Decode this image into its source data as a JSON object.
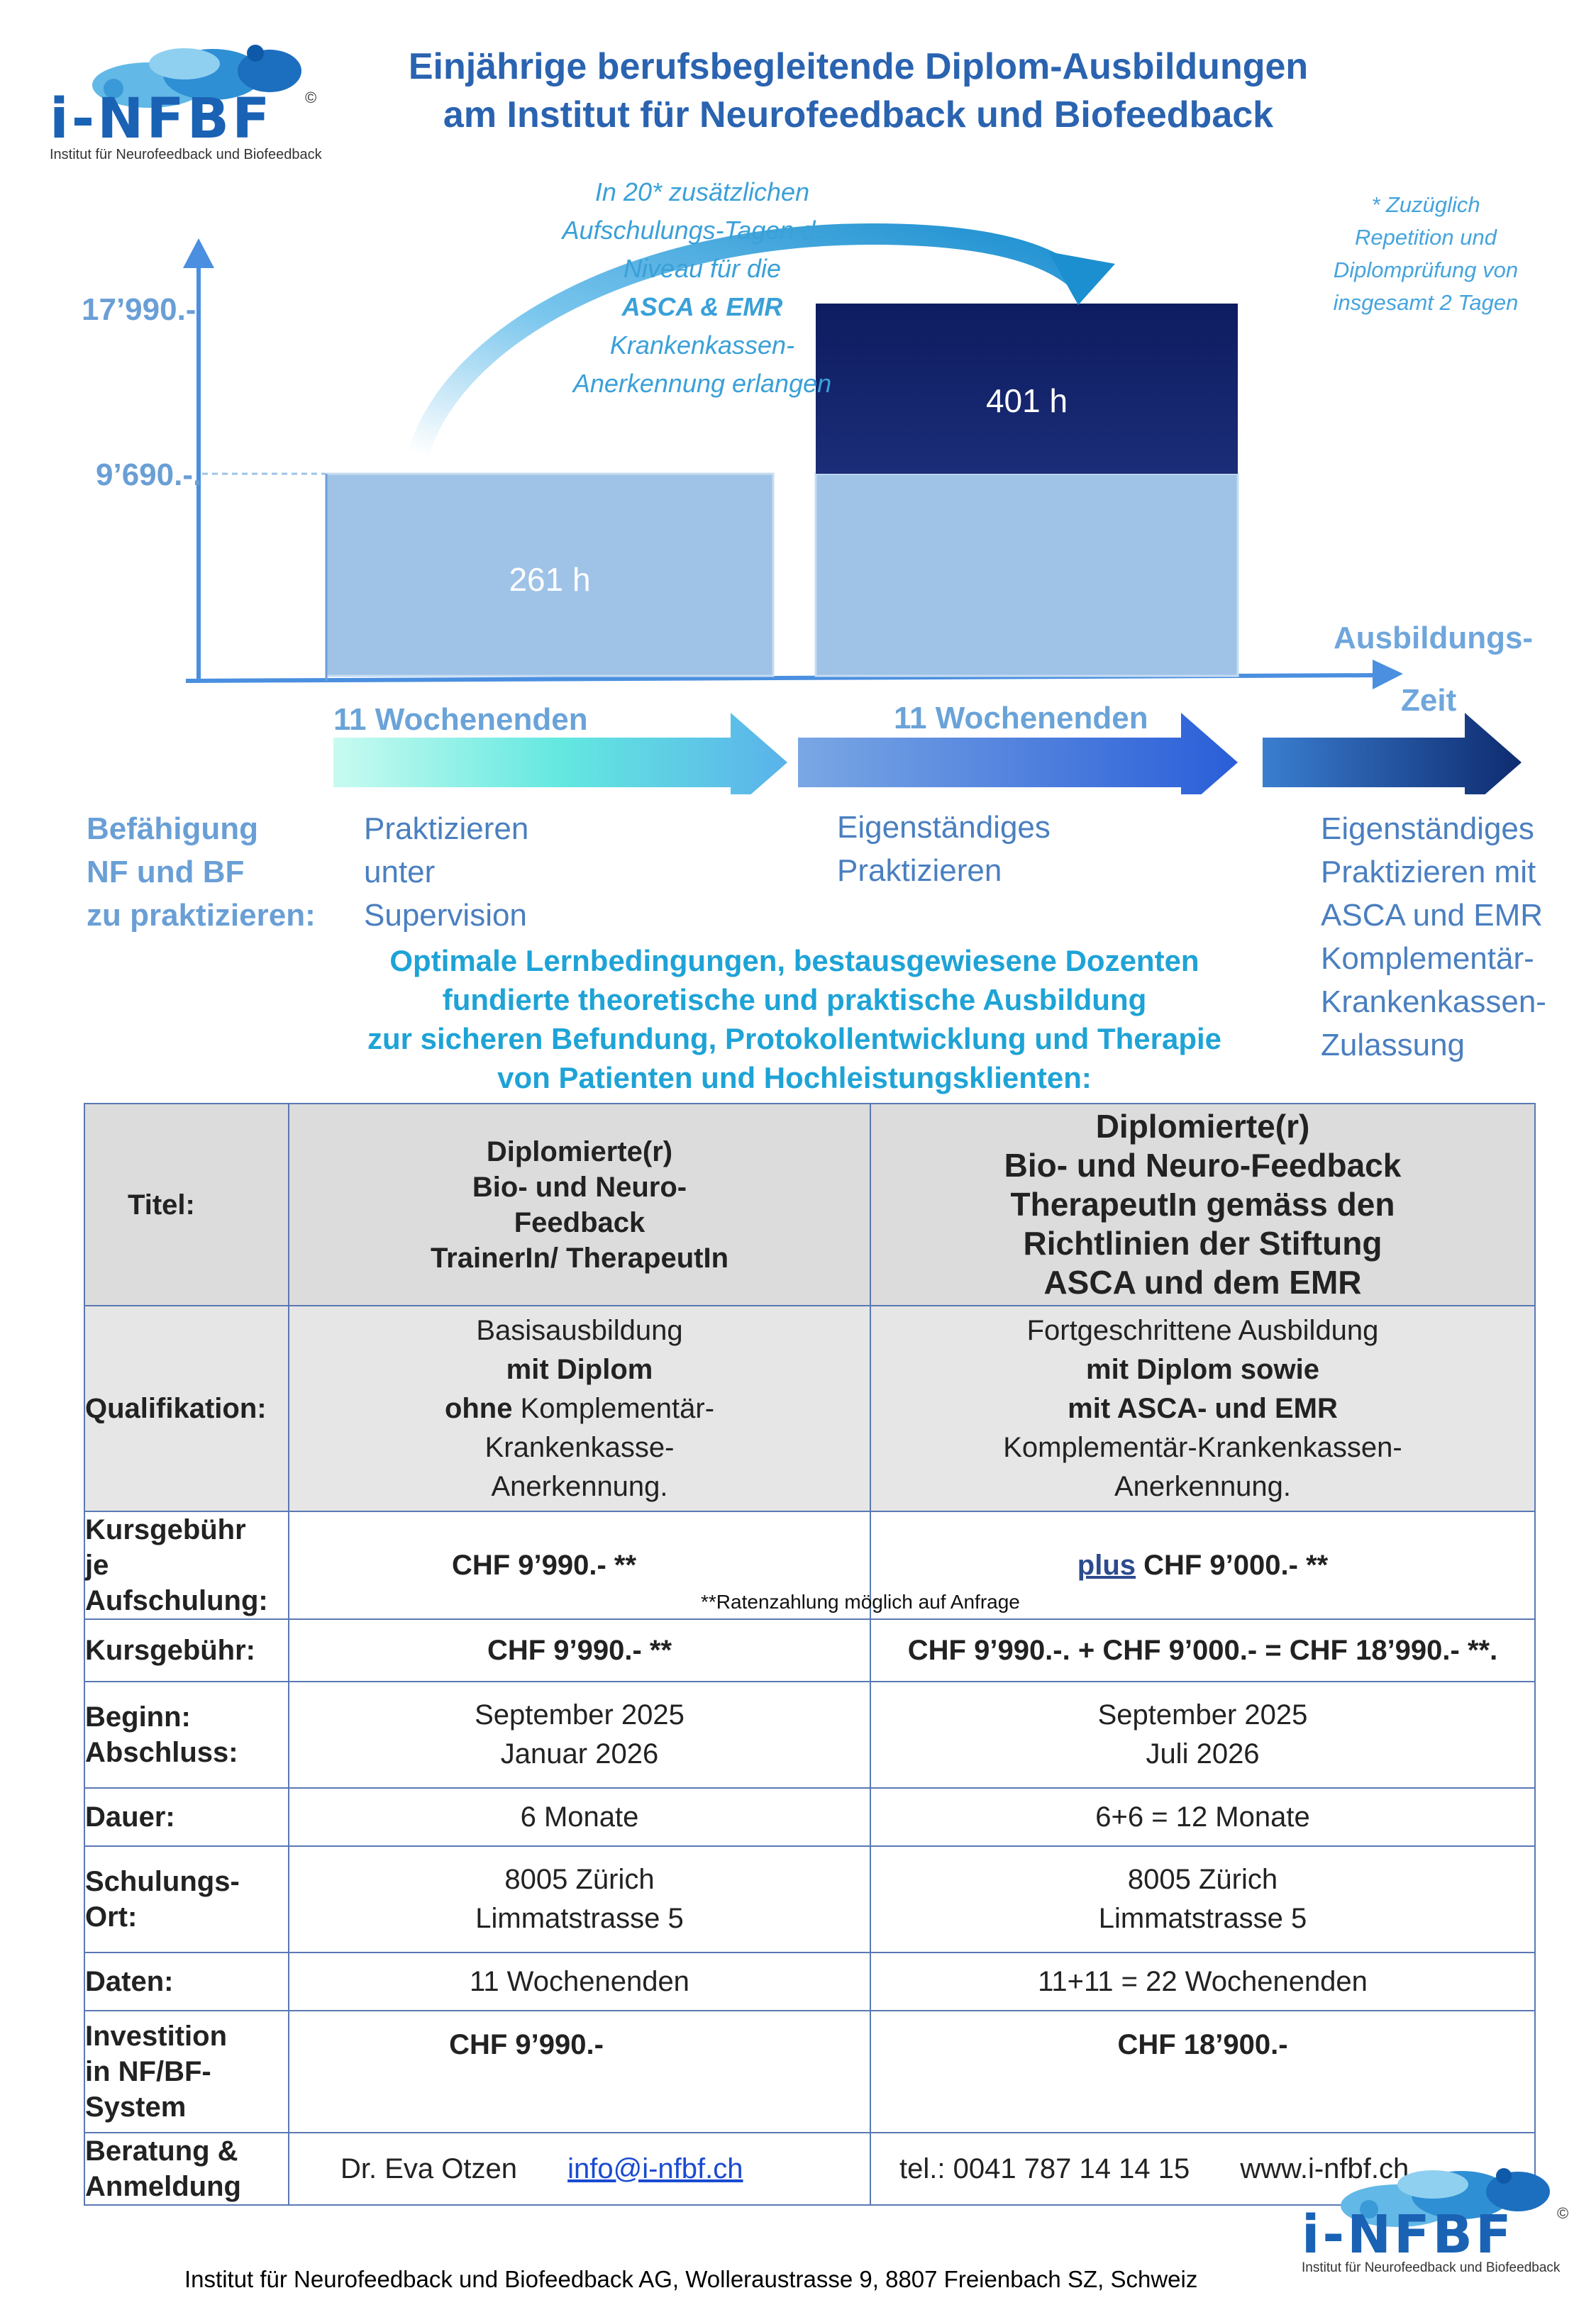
{
  "logo": {
    "text": "i-NFBF",
    "copyright": "©",
    "subtitle": "Institut für Neurofeedback und Biofeedback"
  },
  "header": {
    "title_line1": "Einjährige berufsbegleitende Diplom-Ausbildungen",
    "title_line2": "am Institut für Neurofeedback und Biofeedback"
  },
  "diagram": {
    "y_label_high": "17’990.-",
    "y_label_low": "9’690.-.",
    "arc_note": [
      "In 20* zusätzlichen",
      "Aufschulungs-Tagen das",
      "Niveau für die",
      "ASCA & EMR",
      "Krankenkassen-",
      "Anerkennung erlangen"
    ],
    "footnote": [
      "* Zuzüglich",
      "Repetition und",
      "Diplomprüfung von",
      "insgesamt 2 Tagen"
    ],
    "bar1_label": "261 h",
    "bar2_label": "401 h",
    "x_label_line1": "Ausbildungs-",
    "x_label_line2": "Zeit",
    "phase1": "11 Wochenenden",
    "phase2": "11 Wochenenden",
    "ability_label": [
      "Befähigung",
      "NF und BF",
      "zu praktizieren:"
    ],
    "phase1_desc": [
      "Praktizieren",
      "unter",
      "Supervision"
    ],
    "phase2_desc": [
      "Eigenständiges",
      "Praktizieren"
    ],
    "phase3_desc": [
      "Eigenständiges",
      "Praktizieren mit",
      "ASCA und EMR",
      "Komplementär-",
      "Krankenkassen-",
      "Zulassung"
    ],
    "colors": {
      "bar_light": "#9fc3e7",
      "bar_dark": "#13226a",
      "axis": "#4a8fe0"
    }
  },
  "lead": [
    "Optimale Lernbedingungen, bestausgewiesene Dozenten",
    "fundierte theoretische und praktische Ausbildung",
    "zur sicheren Befundung, Protokollentwicklung und Therapie",
    "von Patienten und Hochleistungsklienten:"
  ],
  "table": {
    "titel_label": "Titel:",
    "titel_a": [
      "Diplomierte(r)",
      "Bio- und Neuro-",
      "Feedback",
      "TrainerIn/ TherapeutIn"
    ],
    "titel_b": [
      "Diplomierte(r)",
      "Bio- und Neuro-Feedback",
      "TherapeutIn gemäss den",
      "Richtlinien der Stiftung",
      "ASCA und dem EMR"
    ],
    "qual_label": "Qualifikation:",
    "qual_a": {
      "l1": "Basisausbildung",
      "l2": "mit Diplom",
      "l3_bold": "ohne",
      "l3": " Komplementär-",
      "l4": "Krankenkasse-",
      "l5": "Anerkennung."
    },
    "qual_b": {
      "l1": "Fortgeschrittene Ausbildung",
      "l2": "mit Diplom sowie",
      "l3": "mit ASCA- und EMR",
      "l4": "Komplementär-Krankenkassen-",
      "l5": "Anerkennung."
    },
    "fee_je_label": [
      "Kursgebühr",
      "je",
      "Aufschulung:"
    ],
    "fee_je_a": "CHF 9’990.-  **",
    "fee_je_b_plus": "plus",
    "fee_je_b": " CHF 9’000.-   **",
    "installment_note": "**Ratenzahlung möglich auf Anfrage",
    "fee_label": "Kursgebühr:",
    "fee_a": "CHF 9’990.-    **",
    "fee_b": "CHF 9’990.-. +  CHF 9’000.- = CHF 18’990.-   **.",
    "begin_label": [
      "Beginn:",
      "Abschluss:"
    ],
    "begin_a": [
      "September 2025",
      "Januar 2026"
    ],
    "begin_b": [
      "September 2025",
      "Juli 2026"
    ],
    "dauer_label": "Dauer:",
    "dauer_a": "6 Monate",
    "dauer_b": "6+6 = 12  Monate",
    "ort_label": [
      "Schulungs-",
      "Ort:"
    ],
    "ort_a": [
      "8005 Zürich",
      "Limmatstrasse 5"
    ],
    "ort_b": [
      "8005 Zürich",
      "Limmatstrasse 5"
    ],
    "daten_label": "Daten:",
    "daten_a": "11 Wochenenden",
    "daten_b": "11+11 = 22 Wochenenden",
    "invest_label": [
      "Investition",
      "in NF/BF-",
      "System"
    ],
    "invest_a": "CHF 9’990.-",
    "invest_b": "CHF 18’900.-",
    "contact_label": [
      "Beratung &",
      "Anmeldung"
    ],
    "contact_name": "Dr. Eva Otzen",
    "contact_email": "info@i-nfbf.ch",
    "contact_tel": "tel.: 0041 787 14 14 15",
    "contact_web": "www.i-nfbf.ch"
  },
  "footer": "Institut für Neurofeedback und Biofeedback AG, Wolleraustrasse 9, 8807 Freienbach SZ, Schweiz"
}
